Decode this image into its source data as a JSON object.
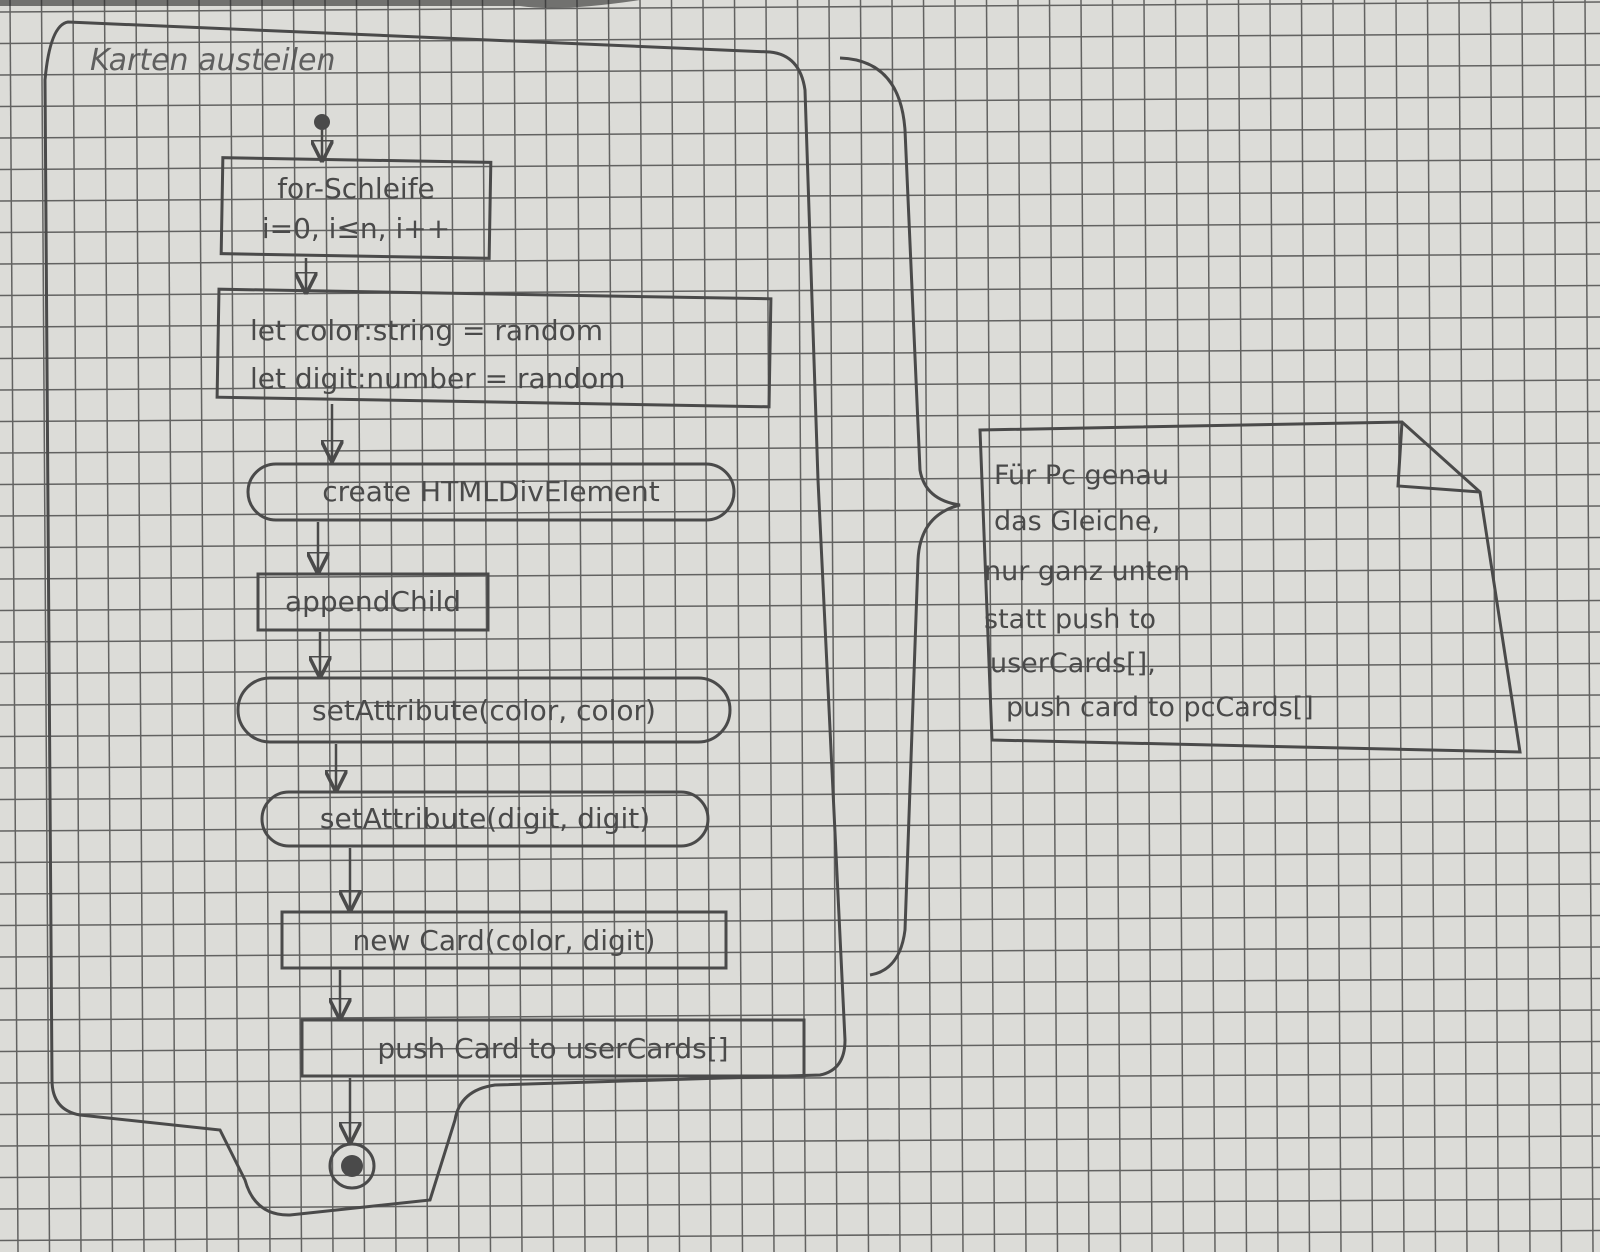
{
  "diagram": {
    "title": "Karten austeilen",
    "nodes": [
      {
        "id": "n1",
        "lines": [
          "for-Schleife",
          "i=0, i≤n, i++"
        ],
        "shape": "rect"
      },
      {
        "id": "n2",
        "lines": [
          "let color:string = random",
          "let digit:number = random"
        ],
        "shape": "rect"
      },
      {
        "id": "n3",
        "lines": [
          "create HTMLDivElement"
        ],
        "shape": "rounded"
      },
      {
        "id": "n4",
        "lines": [
          "appendChild"
        ],
        "shape": "rect"
      },
      {
        "id": "n5",
        "lines": [
          "setAttribute(color, color)"
        ],
        "shape": "rounded"
      },
      {
        "id": "n6",
        "lines": [
          "setAttribute(digit, digit)"
        ],
        "shape": "rounded"
      },
      {
        "id": "n7",
        "lines": [
          "new Card(color, digit)"
        ],
        "shape": "rect"
      },
      {
        "id": "n8",
        "lines": [
          "push Card to userCards[]"
        ],
        "shape": "rect"
      }
    ],
    "note": {
      "lines": [
        "Für Pc genau",
        "das Gleiche,",
        "nur ganz unten",
        "statt push to",
        "userCards[],",
        "push card to pcCards[]"
      ]
    },
    "colors": {
      "paper": "#dcdcd8",
      "grid": "#3a3a3a",
      "pencil": "#4a4a4a"
    }
  }
}
